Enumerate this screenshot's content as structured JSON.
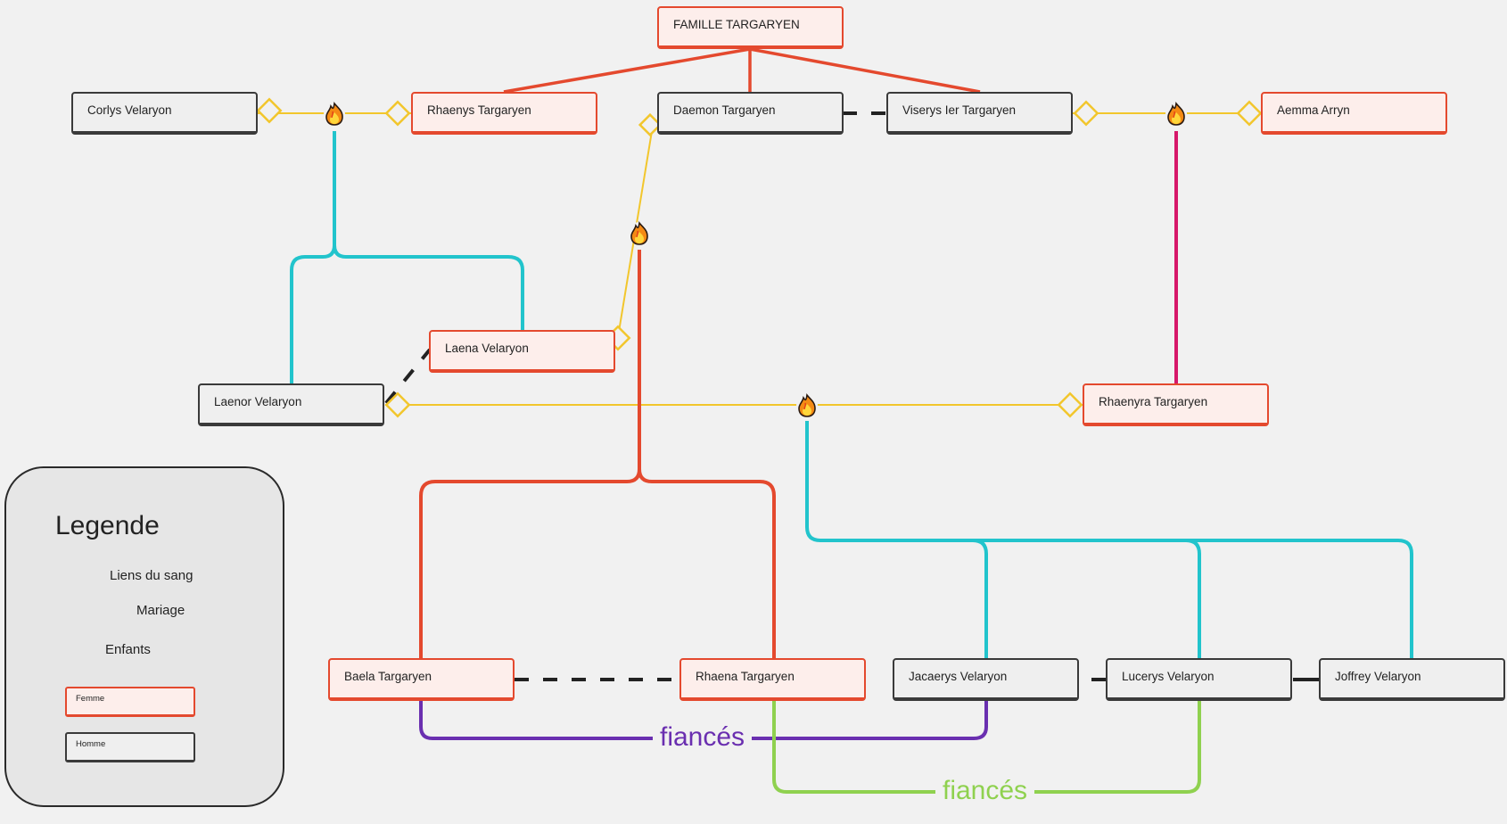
{
  "title": "FAMILLE TARGARYEN",
  "people": {
    "corlys": "Corlys Velaryon",
    "rhaenys": "Rhaenys Targaryen",
    "daemon": "Daemon Targaryen",
    "viserys": "Viserys Ier Targaryen",
    "aemma": "Aemma Arryn",
    "laena": "Laena Velaryon",
    "laenor": "Laenor Velaryon",
    "rhaenyra": "Rhaenyra Targaryen",
    "baela": "Baela Targaryen",
    "rhaena": "Rhaena Targaryen",
    "jacaerys": "Jacaerys Velaryon",
    "lucerys": "Lucerys Velaryon",
    "joffrey": "Joffrey Velaryon"
  },
  "labels": {
    "fiances_1": "fiancés",
    "fiances_2": "fiancés"
  },
  "legend": {
    "title": "Legende",
    "blood": "Liens du sang",
    "marriage": "Mariage",
    "children": "Enfants",
    "female": "Femme",
    "male": "Homme"
  },
  "colors": {
    "female_border": "#e4492e",
    "male_border": "#3a3a3a",
    "marriage": "#f2c62c",
    "velaryon_children": "#22c4cc",
    "targaryen_children": "#e4492e",
    "viserys_children": "#d6186a",
    "fiances_1": "#6a2fb0",
    "fiances_2": "#8fd14f"
  },
  "icons": {
    "children": "flame-icon",
    "marriage": "diamond-icon"
  }
}
